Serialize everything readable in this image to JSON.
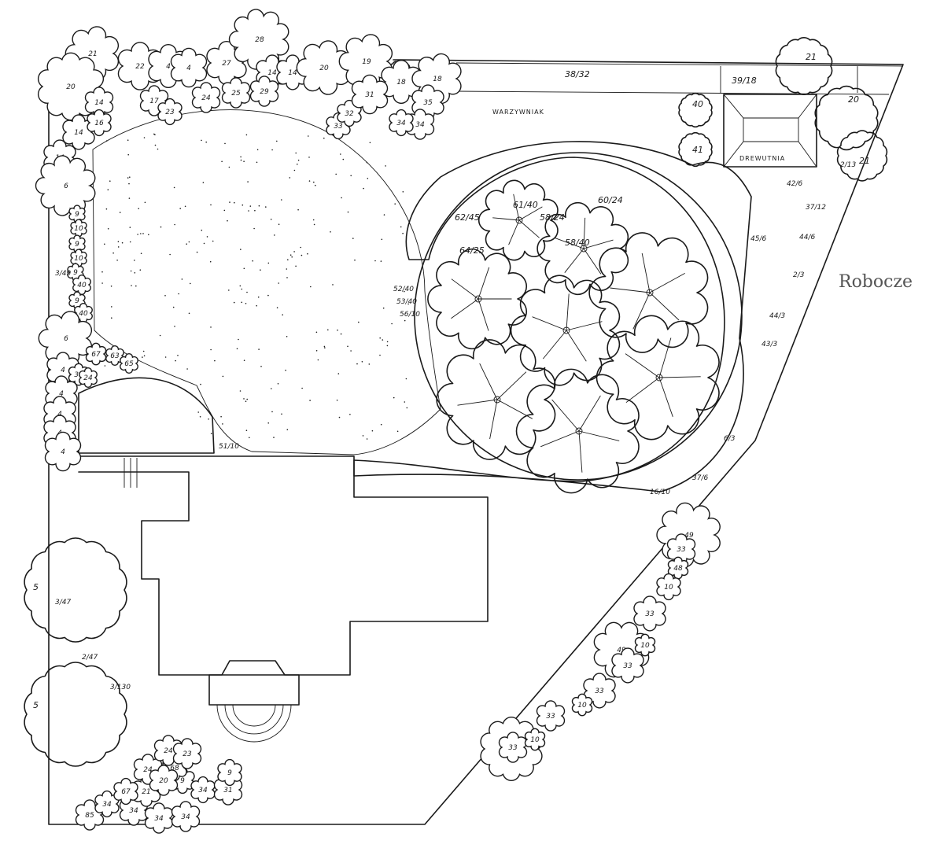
{
  "colors": {
    "ink": "#1a1a1a",
    "paper": "#ffffff",
    "note": "#555555"
  },
  "labels": {
    "robocze": "Robocze",
    "warzywniak": "WARZYWNIAK",
    "drewutnia": "DREWUTNIA",
    "l_38_32": "38/32",
    "l_39_18": "39/18",
    "l_3_47": "3/47",
    "l_2_47": "2/47",
    "l_3_130": "3/130",
    "l_5a": "5",
    "l_5b": "5",
    "l_3_49": "3/49",
    "l_51_10": "51/10",
    "l_37_6": "37/6",
    "l_16_10": "16/10",
    "l_6_3": "6/3",
    "l_42_6": "42/6",
    "l_37_12": "37/12",
    "l_45_6": "45/6",
    "l_44_6": "44/6",
    "l_2_3": "2/3",
    "l_44_3": "44/3",
    "l_43_3": "43/3",
    "l_2_13": "2/13",
    "l_21_b": "21",
    "l_20_b": "20",
    "l_21_c": "21",
    "l_40": "40",
    "l_41": "41",
    "l_52_40": "52/40",
    "l_53_40": "53/40",
    "l_56_10": "56/10",
    "l_62_45": "62/45",
    "l_61_40": "61/40",
    "l_58_24": "58/24",
    "l_60_24": "60/24",
    "l_58_40": "58/40",
    "l_64_25": "64/25"
  },
  "plants_north": [
    "21",
    "22",
    "4",
    "4",
    "27",
    "28",
    "14",
    "14",
    "20",
    "19",
    "18",
    "18",
    "35",
    "34",
    "34",
    "33",
    "32",
    "31",
    "20",
    "14",
    "14",
    "6",
    "24",
    "14",
    "16",
    "17",
    "23",
    "29",
    "25"
  ],
  "plants_west": [
    "9",
    "10",
    "9",
    "10",
    "9",
    "40",
    "9",
    "40",
    "6",
    "4",
    "4",
    "4",
    "4",
    "4",
    "67",
    "34",
    "24",
    "63",
    "65"
  ],
  "plants_east": [
    "49",
    "33",
    "48",
    "10",
    "33",
    "49",
    "33",
    "10",
    "33",
    "10",
    "33",
    "49",
    "33",
    "10"
  ],
  "plants_south": [
    "85",
    "34",
    "34",
    "21",
    "34",
    "34",
    "24",
    "67",
    "9",
    "68",
    "24",
    "20",
    "23",
    "34",
    "31",
    "9"
  ]
}
